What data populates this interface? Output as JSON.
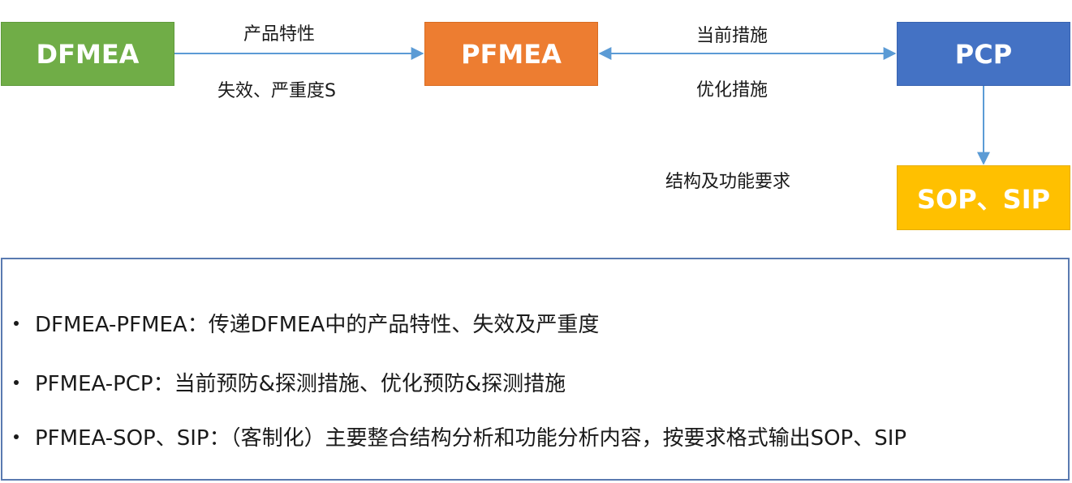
{
  "nodes": {
    "dfmea": "DFMEA",
    "pfmea": "PFMEA",
    "pcp": "PCP",
    "sop_sip": "SOP、SIP"
  },
  "edge_labels": {
    "dfmea_pfmea_top": "产品特性",
    "dfmea_pfmea_bottom": "失效、严重度S",
    "pfmea_pcp_top": "当前措施",
    "pfmea_pcp_bottom": "优化措施",
    "pcp_sop": "结构及功能要求"
  },
  "colors": {
    "dfmea": "#70ad47",
    "pfmea": "#ed7d31",
    "pcp": "#4472c4",
    "sop_sip": "#ffc000",
    "arrow": "#5b9bd5",
    "panel_border": "#5a7ab0"
  },
  "notes": [
    "DFMEA-PFMEA：传递DFMEA中的产品特性、失效及严重度",
    "PFMEA-PCP：当前预防&探测措施、优化预防&探测措施",
    "PFMEA-SOP、SIP：（客制化）主要整合结构分析和功能分析内容，按要求格式输出SOP、SIP"
  ]
}
